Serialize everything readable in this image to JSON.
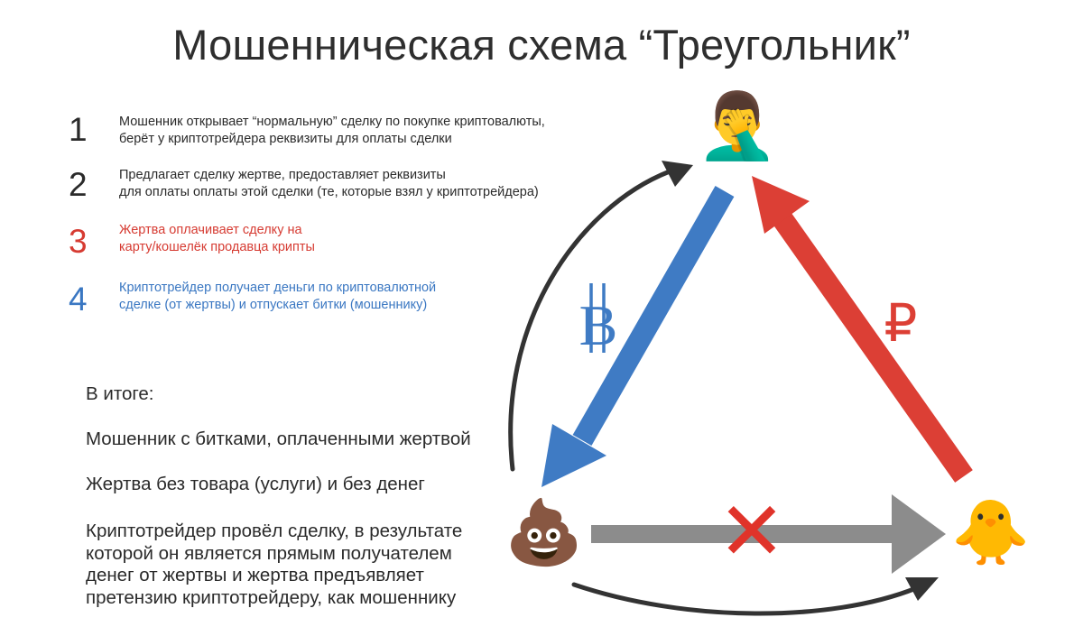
{
  "title": "Мошенническая схема “Треугольник”",
  "steps": [
    {
      "number": "1",
      "color": "#2a2a2a",
      "lines": [
        "Мошенник открывает “нормальную” сделку по покупке криптовалюты,",
        "берёт у криптотрейдера реквизиты для оплаты сделки"
      ]
    },
    {
      "number": "2",
      "color": "#2a2a2a",
      "lines": [
        "Предлагает сделку жертве, предоставляет реквизиты",
        "для оплаты оплаты этой сделки (те, которые взял у криптотрейдера)"
      ]
    },
    {
      "number": "3",
      "color": "#d63b32",
      "lines": [
        "Жертва оплачивает сделку на",
        "карту/кошелёк продавца крипты"
      ]
    },
    {
      "number": "4",
      "color": "#3a77c2",
      "lines": [
        "Криптотрейдер получает деньги по криптовалютной",
        "сделке (от жертвы) и отпускает битки (мошеннику)"
      ]
    }
  ],
  "summary": {
    "heading": "В итоге:",
    "line1": "Мошенник с битками, оплаченными жертвой",
    "line2": "Жертва без товара (услуги) и без денег",
    "line3": [
      "Криптотрейдер провёл сделку, в результате",
      "которой он является прямым получателем",
      "денег от жертвы и жертва предъявляет",
      "претензию криптотрейдеру, как мошеннику"
    ]
  },
  "symbols": {
    "bitcoin": "B",
    "ruble": "₽",
    "cross": "✕"
  },
  "nodes": {
    "scammer": {
      "emoji": "🤦‍♂️",
      "icon": "facepalm-man-icon"
    },
    "victim": {
      "emoji": "💩",
      "icon": "pile-of-poo-icon"
    },
    "trader": {
      "emoji": "🐥",
      "icon": "baby-chick-icon"
    }
  },
  "colors": {
    "blue_arrow": "#3f7bc4",
    "red_arrow": "#dc3f35",
    "gray_arrow": "#8c8c8c",
    "black_arrow": "#333333",
    "cross": "#e0332a"
  }
}
